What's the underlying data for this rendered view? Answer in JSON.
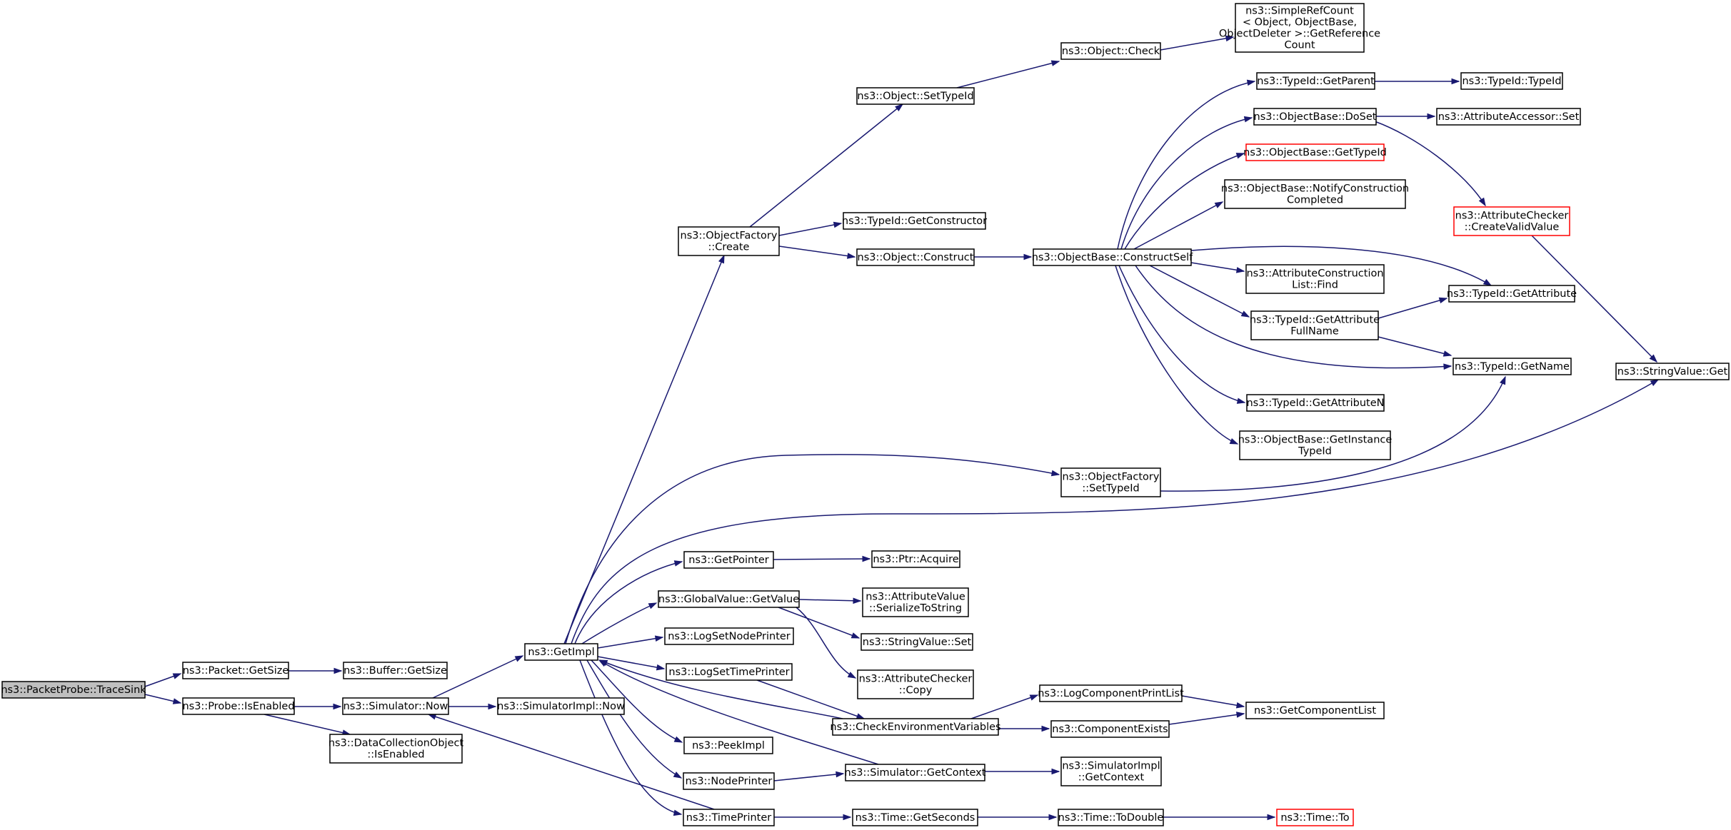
{
  "colors": {
    "edge": "#191970",
    "node_border": "#000000",
    "node_fill": "#ffffff",
    "root_fill": "#bfbfbf",
    "truncated_border": "#ff0000"
  },
  "nodes": [
    {
      "id": "n_tracesink",
      "lines": [
        "ns3::PacketProbe::TraceSink"
      ],
      "style": "root"
    },
    {
      "id": "n_pkt_getsize",
      "lines": [
        "ns3::Packet::GetSize"
      ],
      "style": "normal"
    },
    {
      "id": "n_buf_getsize",
      "lines": [
        "ns3::Buffer::GetSize"
      ],
      "style": "normal"
    },
    {
      "id": "n_probe_isenabled",
      "lines": [
        "ns3::Probe::IsEnabled"
      ],
      "style": "normal"
    },
    {
      "id": "n_sim_now",
      "lines": [
        "ns3::Simulator::Now"
      ],
      "style": "normal"
    },
    {
      "id": "n_simimpl_now",
      "lines": [
        "ns3::SimulatorImpl::Now"
      ],
      "style": "normal"
    },
    {
      "id": "n_dco_isenabled",
      "lines": [
        "ns3::DataCollectionObject",
        "::IsEnabled"
      ],
      "style": "normal"
    },
    {
      "id": "n_getimpl",
      "lines": [
        "ns3::GetImpl"
      ],
      "style": "normal"
    },
    {
      "id": "n_of_create",
      "lines": [
        "ns3::ObjectFactory",
        "::Create"
      ],
      "style": "normal"
    },
    {
      "id": "n_obj_settypeid",
      "lines": [
        "ns3::Object::SetTypeId"
      ],
      "style": "normal"
    },
    {
      "id": "n_obj_check",
      "lines": [
        "ns3::Object::Check"
      ],
      "style": "normal"
    },
    {
      "id": "n_getrefcount",
      "lines": [
        "ns3::SimpleRefCount",
        "< Object, ObjectBase,",
        " ObjectDeleter >::GetReference",
        "Count"
      ],
      "style": "normal"
    },
    {
      "id": "n_tid_getconstructor",
      "lines": [
        "ns3::TypeId::GetConstructor"
      ],
      "style": "normal"
    },
    {
      "id": "n_obj_construct",
      "lines": [
        "ns3::Object::Construct"
      ],
      "style": "normal"
    },
    {
      "id": "n_ob_constructself",
      "lines": [
        "ns3::ObjectBase::ConstructSelf"
      ],
      "style": "normal"
    },
    {
      "id": "n_tid_getparent",
      "lines": [
        "ns3::TypeId::GetParent"
      ],
      "style": "normal"
    },
    {
      "id": "n_tid_typeid",
      "lines": [
        "ns3::TypeId::TypeId"
      ],
      "style": "normal"
    },
    {
      "id": "n_ob_doset",
      "lines": [
        "ns3::ObjectBase::DoSet"
      ],
      "style": "normal"
    },
    {
      "id": "n_aa_set",
      "lines": [
        "ns3::AttributeAccessor::Set"
      ],
      "style": "normal"
    },
    {
      "id": "n_ob_gettypeid",
      "lines": [
        "ns3::ObjectBase::GetTypeId"
      ],
      "style": "truncated"
    },
    {
      "id": "n_ob_notify",
      "lines": [
        "ns3::ObjectBase::NotifyConstruction",
        "Completed"
      ],
      "style": "normal"
    },
    {
      "id": "n_ac_createvalid",
      "lines": [
        "ns3::AttributeChecker",
        "::CreateValidValue"
      ],
      "style": "truncated"
    },
    {
      "id": "n_acl_find",
      "lines": [
        "ns3::AttributeConstruction",
        "List::Find"
      ],
      "style": "normal"
    },
    {
      "id": "n_tid_getattribute",
      "lines": [
        "ns3::TypeId::GetAttribute"
      ],
      "style": "normal"
    },
    {
      "id": "n_tid_getattrfullname",
      "lines": [
        "ns3::TypeId::GetAttribute",
        "FullName"
      ],
      "style": "normal"
    },
    {
      "id": "n_tid_getname",
      "lines": [
        "ns3::TypeId::GetName"
      ],
      "style": "normal"
    },
    {
      "id": "n_sv_get",
      "lines": [
        "ns3::StringValue::Get"
      ],
      "style": "normal"
    },
    {
      "id": "n_tid_getattrn",
      "lines": [
        "ns3::TypeId::GetAttributeN"
      ],
      "style": "normal"
    },
    {
      "id": "n_ob_getinstance",
      "lines": [
        "ns3::ObjectBase::GetInstance",
        "TypeId"
      ],
      "style": "normal"
    },
    {
      "id": "n_of_settypeid",
      "lines": [
        "ns3::ObjectFactory",
        "::SetTypeId"
      ],
      "style": "normal"
    },
    {
      "id": "n_getpointer",
      "lines": [
        "ns3::GetPointer"
      ],
      "style": "normal"
    },
    {
      "id": "n_ptr_acquire",
      "lines": [
        "ns3::Ptr::Acquire"
      ],
      "style": "normal"
    },
    {
      "id": "n_gv_getvalue",
      "lines": [
        "ns3::GlobalValue::GetValue"
      ],
      "style": "normal"
    },
    {
      "id": "n_av_serialize",
      "lines": [
        "ns3::AttributeValue",
        "::SerializeToString"
      ],
      "style": "normal"
    },
    {
      "id": "n_logsetnodeprinter",
      "lines": [
        "ns3::LogSetNodePrinter"
      ],
      "style": "normal"
    },
    {
      "id": "n_sv_set",
      "lines": [
        "ns3::StringValue::Set"
      ],
      "style": "normal"
    },
    {
      "id": "n_logsettimeprinter",
      "lines": [
        "ns3::LogSetTimePrinter"
      ],
      "style": "normal"
    },
    {
      "id": "n_ac_copy",
      "lines": [
        "ns3::AttributeChecker",
        "::Copy"
      ],
      "style": "normal"
    },
    {
      "id": "n_logcompprintlist",
      "lines": [
        "ns3::LogComponentPrintList"
      ],
      "style": "normal"
    },
    {
      "id": "n_checkenv",
      "lines": [
        "ns3::CheckEnvironmentVariables"
      ],
      "style": "normal"
    },
    {
      "id": "n_compexists",
      "lines": [
        "ns3::ComponentExists"
      ],
      "style": "normal"
    },
    {
      "id": "n_getcomplist",
      "lines": [
        "ns3::GetComponentList"
      ],
      "style": "normal"
    },
    {
      "id": "n_peekimpl",
      "lines": [
        "ns3::PeekImpl"
      ],
      "style": "normal"
    },
    {
      "id": "n_nodeprinter",
      "lines": [
        "ns3::NodePrinter"
      ],
      "style": "normal"
    },
    {
      "id": "n_sim_getcontext",
      "lines": [
        "ns3::Simulator::GetContext"
      ],
      "style": "normal"
    },
    {
      "id": "n_simimpl_getcontext",
      "lines": [
        "ns3::SimulatorImpl",
        "::GetContext"
      ],
      "style": "normal"
    },
    {
      "id": "n_timeprinter",
      "lines": [
        "ns3::TimePrinter"
      ],
      "style": "normal"
    },
    {
      "id": "n_time_getseconds",
      "lines": [
        "ns3::Time::GetSeconds"
      ],
      "style": "normal"
    },
    {
      "id": "n_time_todouble",
      "lines": [
        "ns3::Time::ToDouble"
      ],
      "style": "normal"
    },
    {
      "id": "n_time_to",
      "lines": [
        "ns3::Time::To"
      ],
      "style": "truncated"
    }
  ],
  "edges": [
    {
      "from": "n_tracesink",
      "to": "n_pkt_getsize"
    },
    {
      "from": "n_tracesink",
      "to": "n_probe_isenabled"
    },
    {
      "from": "n_pkt_getsize",
      "to": "n_buf_getsize"
    },
    {
      "from": "n_probe_isenabled",
      "to": "n_sim_now"
    },
    {
      "from": "n_probe_isenabled",
      "to": "n_dco_isenabled"
    },
    {
      "from": "n_sim_now",
      "to": "n_getimpl"
    },
    {
      "from": "n_sim_now",
      "to": "n_simimpl_now"
    },
    {
      "from": "n_getimpl",
      "to": "n_of_create"
    },
    {
      "from": "n_getimpl",
      "to": "n_of_settypeid"
    },
    {
      "from": "n_getimpl",
      "to": "n_sv_get"
    },
    {
      "from": "n_getimpl",
      "to": "n_getpointer"
    },
    {
      "from": "n_getimpl",
      "to": "n_gv_getvalue"
    },
    {
      "from": "n_getimpl",
      "to": "n_logsetnodeprinter"
    },
    {
      "from": "n_getimpl",
      "to": "n_logsettimeprinter"
    },
    {
      "from": "n_getimpl",
      "to": "n_peekimpl"
    },
    {
      "from": "n_getimpl",
      "to": "n_nodeprinter"
    },
    {
      "from": "n_getimpl",
      "to": "n_timeprinter"
    },
    {
      "from": "n_of_create",
      "to": "n_obj_settypeid"
    },
    {
      "from": "n_of_create",
      "to": "n_tid_getconstructor"
    },
    {
      "from": "n_of_create",
      "to": "n_obj_construct"
    },
    {
      "from": "n_obj_settypeid",
      "to": "n_obj_check"
    },
    {
      "from": "n_obj_check",
      "to": "n_getrefcount"
    },
    {
      "from": "n_obj_construct",
      "to": "n_ob_constructself"
    },
    {
      "from": "n_ob_constructself",
      "to": "n_tid_getparent"
    },
    {
      "from": "n_ob_constructself",
      "to": "n_ob_doset"
    },
    {
      "from": "n_ob_constructself",
      "to": "n_ob_gettypeid"
    },
    {
      "from": "n_ob_constructself",
      "to": "n_ob_notify"
    },
    {
      "from": "n_ob_constructself",
      "to": "n_tid_getattribute"
    },
    {
      "from": "n_ob_constructself",
      "to": "n_acl_find"
    },
    {
      "from": "n_ob_constructself",
      "to": "n_tid_getattrfullname"
    },
    {
      "from": "n_ob_constructself",
      "to": "n_tid_getname"
    },
    {
      "from": "n_ob_constructself",
      "to": "n_tid_getattrn"
    },
    {
      "from": "n_ob_constructself",
      "to": "n_ob_getinstance"
    },
    {
      "from": "n_tid_getparent",
      "to": "n_tid_typeid"
    },
    {
      "from": "n_ob_doset",
      "to": "n_aa_set"
    },
    {
      "from": "n_ob_doset",
      "to": "n_ac_createvalid"
    },
    {
      "from": "n_ac_createvalid",
      "to": "n_sv_get"
    },
    {
      "from": "n_tid_getattrfullname",
      "to": "n_tid_getattribute"
    },
    {
      "from": "n_tid_getattrfullname",
      "to": "n_tid_getname"
    },
    {
      "from": "n_of_settypeid",
      "to": "n_tid_getname"
    },
    {
      "from": "n_getpointer",
      "to": "n_ptr_acquire"
    },
    {
      "from": "n_gv_getvalue",
      "to": "n_av_serialize"
    },
    {
      "from": "n_gv_getvalue",
      "to": "n_sv_set"
    },
    {
      "from": "n_gv_getvalue",
      "to": "n_ac_copy"
    },
    {
      "from": "n_logsettimeprinter",
      "to": "n_checkenv"
    },
    {
      "from": "n_checkenv",
      "to": "n_getimpl"
    },
    {
      "from": "n_checkenv",
      "to": "n_logcompprintlist"
    },
    {
      "from": "n_checkenv",
      "to": "n_compexists"
    },
    {
      "from": "n_logcompprintlist",
      "to": "n_getcomplist"
    },
    {
      "from": "n_compexists",
      "to": "n_getcomplist"
    },
    {
      "from": "n_nodeprinter",
      "to": "n_sim_getcontext"
    },
    {
      "from": "n_sim_getcontext",
      "to": "n_getimpl"
    },
    {
      "from": "n_sim_getcontext",
      "to": "n_simimpl_getcontext"
    },
    {
      "from": "n_timeprinter",
      "to": "n_sim_now"
    },
    {
      "from": "n_timeprinter",
      "to": "n_time_getseconds"
    },
    {
      "from": "n_time_getseconds",
      "to": "n_time_todouble"
    },
    {
      "from": "n_time_todouble",
      "to": "n_time_to"
    }
  ]
}
